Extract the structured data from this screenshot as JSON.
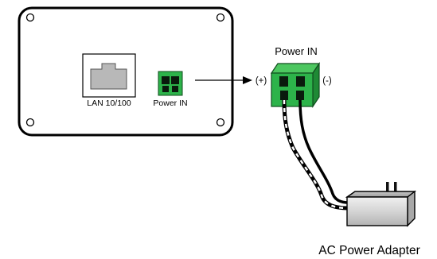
{
  "device": {
    "lan_port_label": "LAN 10/100",
    "power_port_label": "Power IN"
  },
  "connector": {
    "title": "Power IN",
    "positive_label": "(+)",
    "negative_label": "(-)"
  },
  "adapter": {
    "label": "AC Power Adapter"
  },
  "colors": {
    "outline": "#000000",
    "terminal_green": "#2db34a",
    "port_gray": "#b8b8b8",
    "adapter_gray": "#d6d6d6"
  }
}
